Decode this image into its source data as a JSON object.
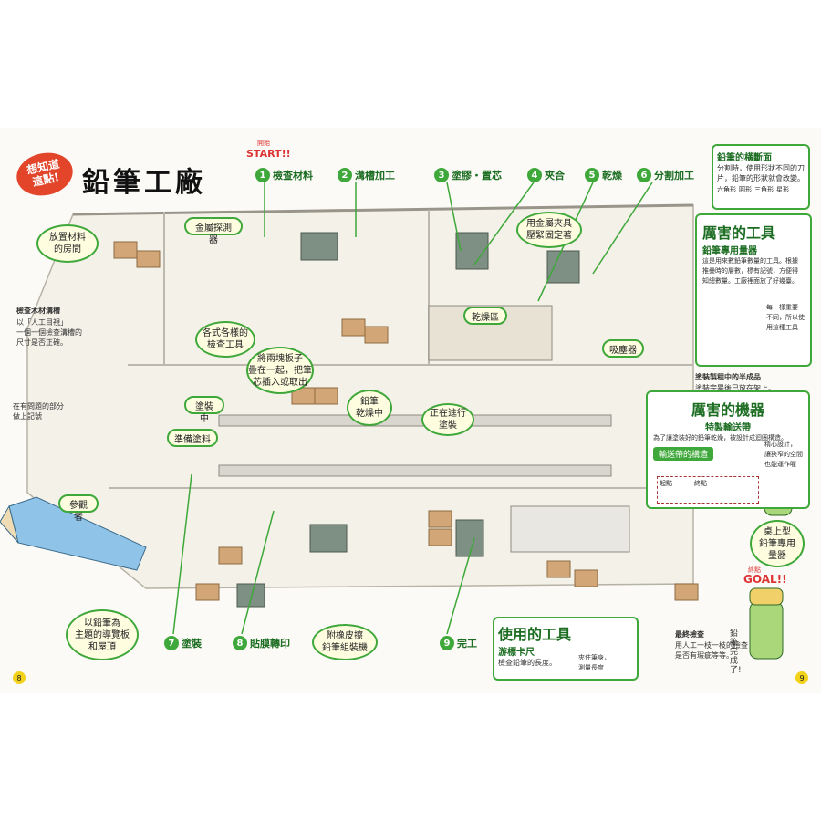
{
  "header": {
    "badge": "想知道\n這點!",
    "title": "鉛筆工廠"
  },
  "start": {
    "small": "開始",
    "label": "START!!"
  },
  "goal": {
    "small": "終點",
    "label": "GOAL!!"
  },
  "steps": [
    {
      "num": "1",
      "label": "檢查材料"
    },
    {
      "num": "2",
      "label": "溝槽加工"
    },
    {
      "num": "3",
      "label": "塗膠・置芯"
    },
    {
      "num": "4",
      "label": "夾合"
    },
    {
      "num": "5",
      "label": "乾燥"
    },
    {
      "num": "6",
      "label": "分割加工"
    },
    {
      "num": "7",
      "label": "塗裝"
    },
    {
      "num": "8",
      "label": "貼膜轉印"
    },
    {
      "num": "9",
      "label": "完工"
    }
  ],
  "callouts": {
    "material_room": "放置材料\n的房間",
    "metal_detector": "金屬探測器",
    "inspection_tools": "各式各樣的\n檢查工具",
    "stack_boards": "將兩塊板子\n疊在一起，把筆\n芯插入或取出",
    "clamp_tool": "用金屬夾具\n壓緊固定著",
    "drying_area": "乾燥區",
    "dust_collector": "吸塵器",
    "painting": "塗裝中",
    "prep_paint": "準備塗料",
    "pencil_drying": "鉛筆\n乾燥中",
    "painting_now": "正在進行\n塗裝",
    "visitors": "參觀者",
    "signboard": "以鉛筆為\n主題的導覽板\n和屋頂",
    "eraser_machine": "附橡皮擦\n鉛筆組裝機",
    "desktop_gauge": "桌上型\n鉛筆專用\n量器"
  },
  "notes": {
    "check_groove": "檢查木材溝槽",
    "check_groove_desc": "以「人工目視」\n一個一個檢查溝槽的\n尺寸是否正確。",
    "mark_problem": "在有問題的部分\n做上記號",
    "half_product": "塗裝製程中的半成品",
    "half_product_desc": "塗裝完畢後已放在架上。",
    "final_check": "最終檢查",
    "final_check_desc": "用人工一枝一枝的檢查\n是否有瑕疵等等。",
    "finished": "鉛筆完成了!"
  },
  "cross_section_panel": {
    "title": "鉛筆的橫斷面",
    "desc": "分割時，使用形狀不同的刀\n片，鉛筆的形狀就會改變。",
    "shapes": [
      "六角形",
      "圓形",
      "三角形",
      "星形"
    ]
  },
  "tool_panel": {
    "title": "厲害的工具",
    "subtitle": "鉛筆專用量器",
    "desc": "這是用來數鉛筆數量的工具。根據\n推疊時的層數，標有記號，方便得\n知總數量。工廠裡面放了好幾臺。",
    "mascot_note": "每一樣重要\n不同，所以使\n用這種工具"
  },
  "machine_panel": {
    "title": "厲害的機器",
    "subtitle": "特製輸送帶",
    "desc": "為了讓塗裝好的鉛筆乾燥，被設計成迴圈構造。",
    "diagram_label": "輸送帶的構造",
    "start": "起點",
    "end": "終點",
    "mascot_note": "精心設計，\n讓狹窄的空間\n也能運作喔"
  },
  "used_tool_panel": {
    "title": "使用的工具",
    "subtitle": "游標卡尺",
    "desc": "檢查鉛筆的長度。",
    "caliper_note": "夾住筆身，\n測量長度"
  },
  "page_numbers": {
    "left": "8",
    "right": "9"
  },
  "colors": {
    "accent": "#3fa83a",
    "badge": "#e2452a",
    "start": "#d33333",
    "floor": "#f4f1e8"
  }
}
